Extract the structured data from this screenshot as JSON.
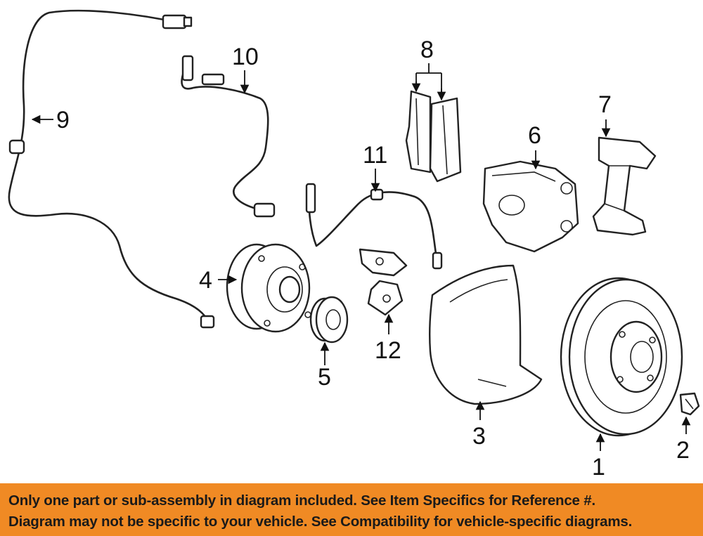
{
  "diagram": {
    "parts": [
      {
        "id": "1",
        "label": "1"
      },
      {
        "id": "2",
        "label": "2"
      },
      {
        "id": "3",
        "label": "3"
      },
      {
        "id": "4",
        "label": "4"
      },
      {
        "id": "5",
        "label": "5"
      },
      {
        "id": "6",
        "label": "6"
      },
      {
        "id": "7",
        "label": "7"
      },
      {
        "id": "8",
        "label": "8"
      },
      {
        "id": "9",
        "label": "9"
      },
      {
        "id": "10",
        "label": "10"
      },
      {
        "id": "11",
        "label": "11"
      },
      {
        "id": "12",
        "label": "12"
      }
    ]
  },
  "banner": {
    "line1": "Only one part or sub-assembly in diagram included. See Item Specifics for Reference #.",
    "line2": "Diagram may not be specific to your vehicle. See Compatibility for vehicle-specific diagrams.",
    "background_color": "#f08a24"
  }
}
